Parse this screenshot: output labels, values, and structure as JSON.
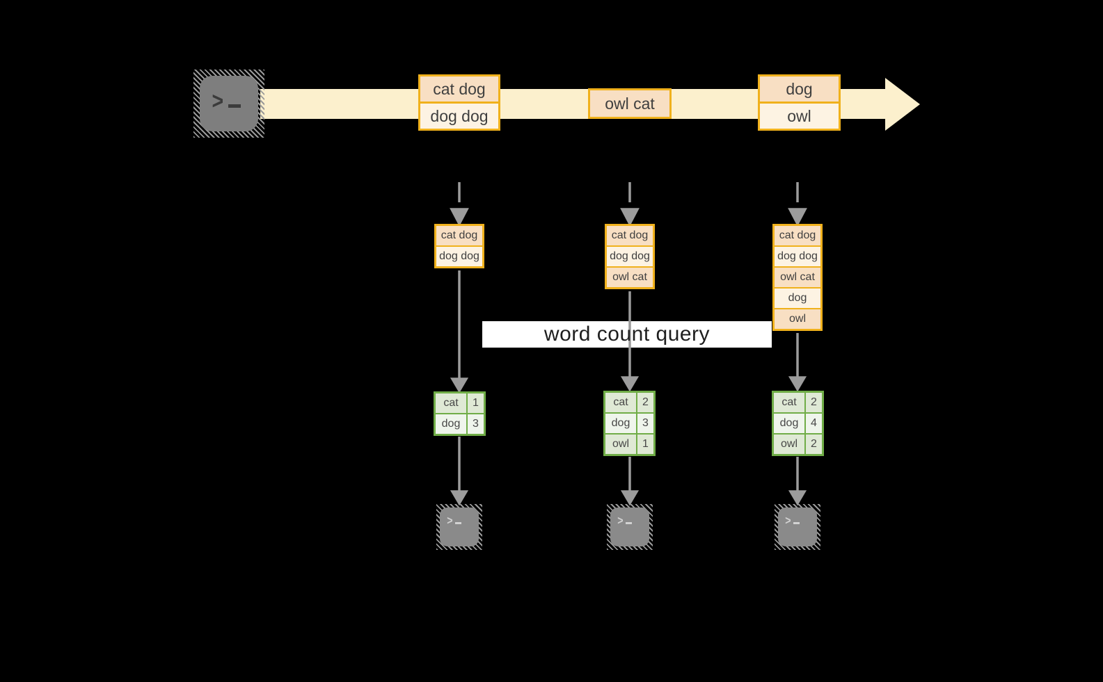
{
  "stream": {
    "source_icon": "terminal",
    "events": [
      {
        "rows": [
          "cat dog",
          "dog dog"
        ]
      },
      {
        "rows": [
          "owl cat"
        ]
      },
      {
        "rows": [
          "dog",
          "owl"
        ]
      }
    ]
  },
  "query": {
    "label": "word count query"
  },
  "pipelines": [
    {
      "buffer": [
        "cat dog",
        "dog dog"
      ],
      "counts": [
        {
          "word": "cat",
          "count": "1"
        },
        {
          "word": "dog",
          "count": "3"
        }
      ]
    },
    {
      "buffer": [
        "cat dog",
        "dog dog",
        "owl cat"
      ],
      "counts": [
        {
          "word": "cat",
          "count": "2"
        },
        {
          "word": "dog",
          "count": "3"
        },
        {
          "word": "owl",
          "count": "1"
        }
      ]
    },
    {
      "buffer": [
        "cat dog",
        "dog dog",
        "owl cat",
        "dog",
        "owl"
      ],
      "counts": [
        {
          "word": "cat",
          "count": "2"
        },
        {
          "word": "dog",
          "count": "4"
        },
        {
          "word": "owl",
          "count": "2"
        }
      ]
    }
  ],
  "colors": {
    "background": "#000000",
    "stream_band": "#fcf0cd",
    "event_border": "#f0b11c",
    "event_fill_dark": "#f8dfc3",
    "event_fill_light": "#fdf3e3",
    "table_border": "#70ad47",
    "table_fill_dark": "#dfe9d5",
    "table_fill_light": "#eff5ec",
    "arrow_gray": "#9c9c9c",
    "label_background": "#ffffff",
    "terminal_gray": "#7f7f7f"
  }
}
